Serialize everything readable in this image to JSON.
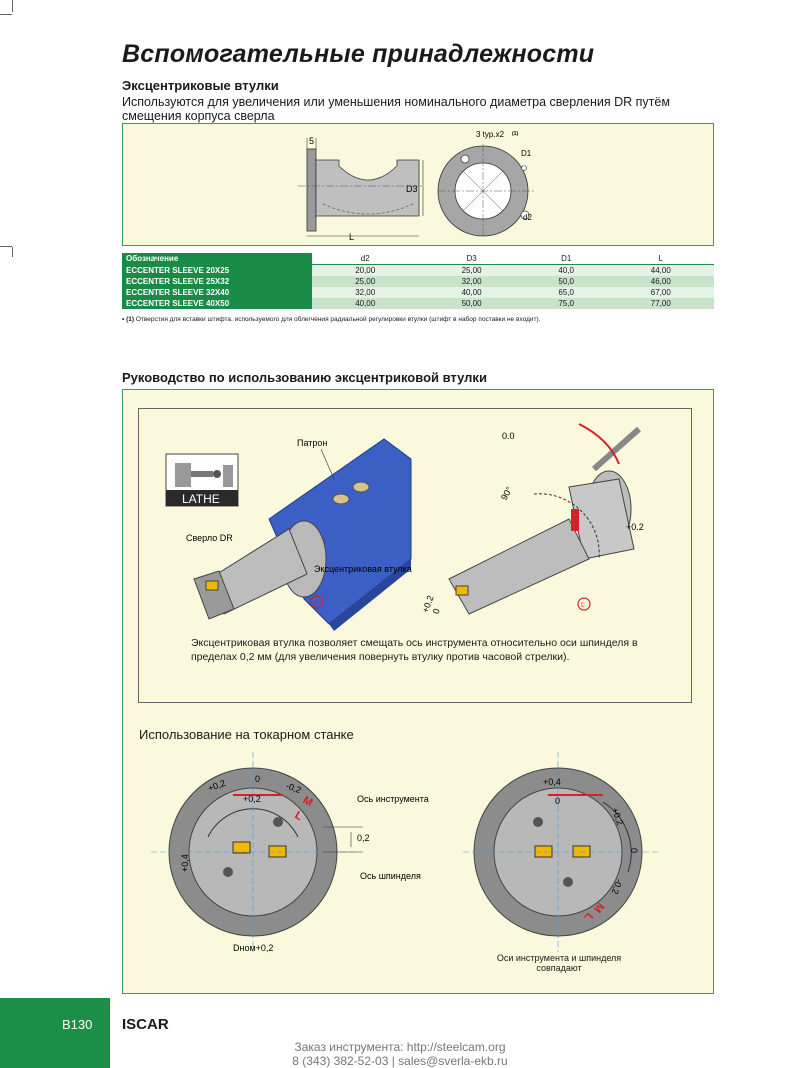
{
  "page": {
    "title": "Вспомогательные принадлежности",
    "page_number": "B130",
    "brand": "ISCAR"
  },
  "sleeves": {
    "heading": "Эксцентриковые втулки",
    "description": "Используются для увеличения или уменьшения номинального диаметра сверления DR путём смещения корпуса сверла",
    "drawing_labels": {
      "dim_5": "5",
      "d3": "D3",
      "l": "L",
      "holes": "3 typ.x2",
      "holes_ref": "(1)",
      "d1": "D1",
      "d2": "d2"
    },
    "table": {
      "headers": [
        "Обозначение",
        "d2",
        "D3",
        "D1",
        "L"
      ],
      "rows": [
        {
          "name": "ECCENTER SLEEVE  20X25",
          "d2": "20,00",
          "D3": "25,00",
          "D1": "40,0",
          "L": "44,00"
        },
        {
          "name": "ECCENTER SLEEVE  25X32",
          "d2": "25,00",
          "D3": "32,00",
          "D1": "50,0",
          "L": "46,00"
        },
        {
          "name": "ECCENTER SLEEVE  32X40",
          "d2": "32,00",
          "D3": "40,00",
          "D1": "65,0",
          "L": "67,00"
        },
        {
          "name": "ECCENTER SLEEVE  40X50",
          "d2": "40,00",
          "D3": "50,00",
          "D1": "75,0",
          "L": "77,00"
        }
      ]
    },
    "footnote_mark": "• (1)",
    "footnote": "Отверстия для вставки штифта, используемого для облегчения радиальной регулировки втулки (штифт в набор поставки не входит)."
  },
  "guide": {
    "heading": "Руководство по использованию эксцентриковой втулки",
    "labels": {
      "lathe": "LATHE",
      "chuck": "Патрон",
      "drill": "Сверло DR",
      "sleeve": "Эксцентриковая втулка",
      "angle_0": "0.0",
      "angle_90": "90°",
      "plus02": "+0.2",
      "zero": "0",
      "l_mark": "L"
    },
    "explanation": "Эксцентриковая втулка позволяет смещать ось инструмента относительно оси шпинделя в пределах 0,2 мм (для увеличения повернуть втулку против часовой стрелки).",
    "lathe_heading": "Использование на токарном станке",
    "lathe_labels": {
      "tool_axis": "Ось инструмента",
      "offset": "0,2",
      "spindle_axis": "Ось шпинделя",
      "dnom": "Dном+0,2",
      "coincide": "Оси инструмента и шпинделя совпадают",
      "scale_p02": "+0,2",
      "scale_m02": "-0,2",
      "scale_p04": "+0,4",
      "scale_0": "0",
      "scale_m": "M",
      "scale_l": "L"
    }
  },
  "contact": {
    "line1": "Заказ инструмента: http://steelcam.org",
    "line2": "8 (343) 382-52-03  |  sales@sverla-ekb.ru"
  },
  "colors": {
    "green": "#1a8a47",
    "panel": "#fbf9dd",
    "accent_red": "#d6202a",
    "blue_chuck": "#3b5fc4"
  }
}
